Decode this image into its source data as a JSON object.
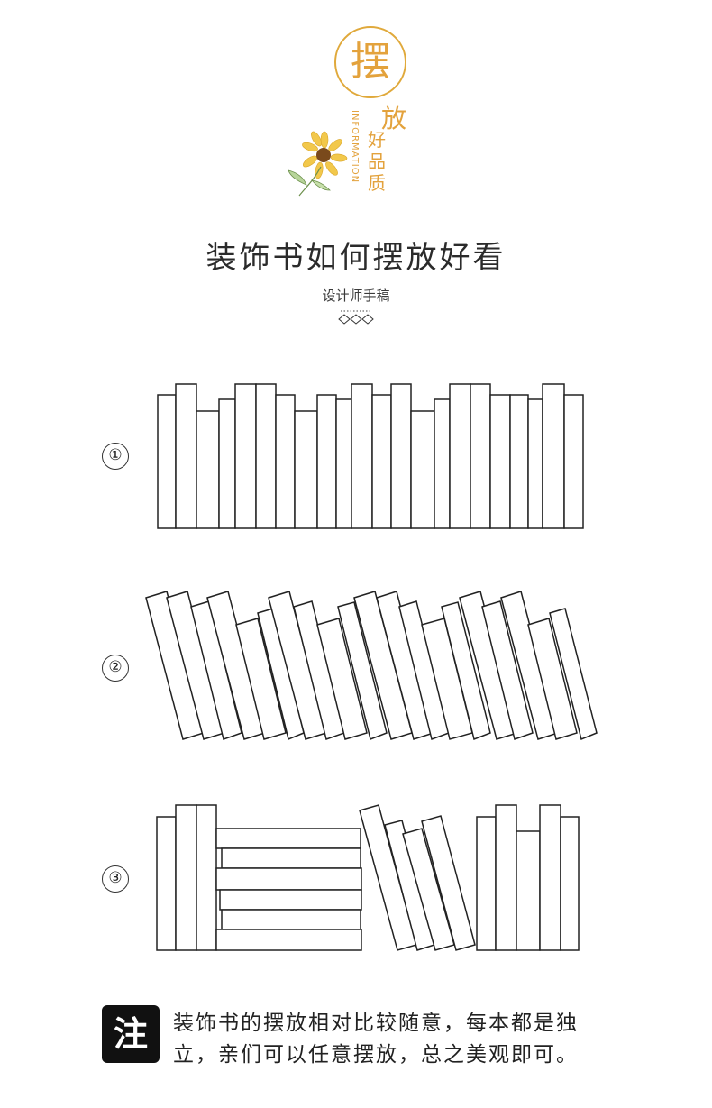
{
  "header": {
    "seal_char": "摆",
    "char_fang": "放",
    "info_word": "INFORMATION",
    "vertical_sub": "好品质",
    "accent_color": "#e3a23c",
    "decor_icon": "sunflower-icon"
  },
  "title": "装饰书如何摆放好看",
  "subtitle": "设计师手稿",
  "examples": [
    {
      "number": "①"
    },
    {
      "number": "②"
    },
    {
      "number": "③"
    }
  ],
  "note": {
    "badge": "注",
    "line1": "装饰书的摆放相对比较随意，每本都是独",
    "line2": "立，亲们可以任意摆放，总之美观即可。"
  }
}
